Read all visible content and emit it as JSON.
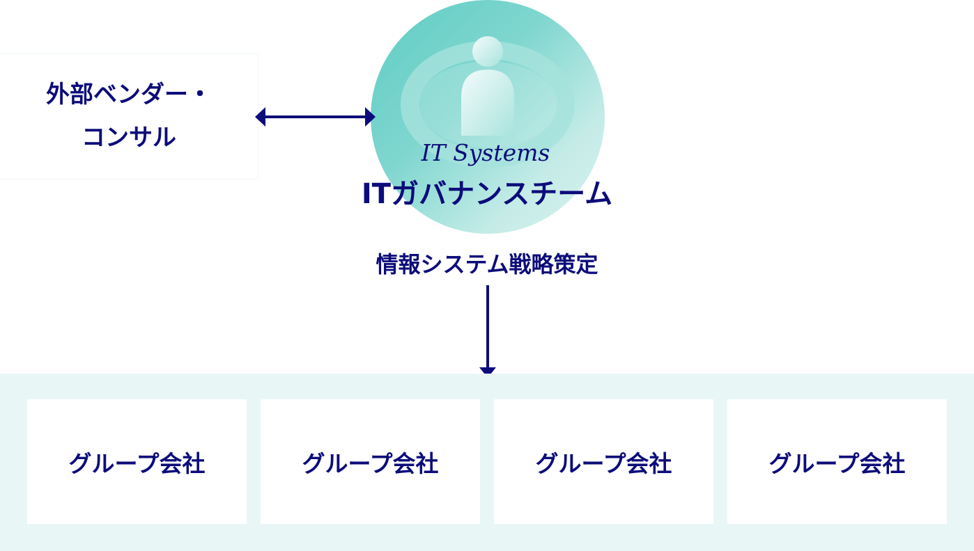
{
  "vendor": {
    "line1": "外部ベンダー・",
    "line2": "コンサル"
  },
  "team": {
    "subtitle": "IT Systems",
    "title": "ITガバナンスチーム",
    "role": "情報システム戦略策定"
  },
  "group_companies": [
    "グループ会社",
    "グループ会社",
    "グループ会社",
    "グループ会社"
  ],
  "colors": {
    "text": "#0c0c7a",
    "band": "#e9f6f6",
    "circle": "#7fd6cf"
  }
}
